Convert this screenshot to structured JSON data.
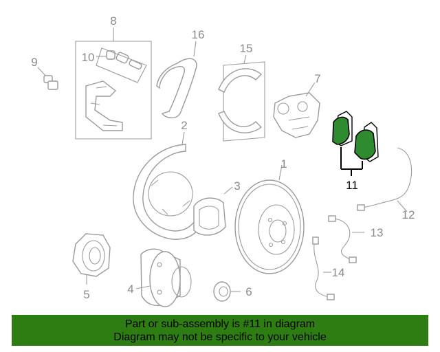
{
  "diagram": {
    "labels": {
      "l1": "1",
      "l2": "2",
      "l3": "3",
      "l4": "4",
      "l5": "5",
      "l6": "6",
      "l7": "7",
      "l8": "8",
      "l9": "9",
      "l10": "10",
      "l11": "11",
      "l12": "12",
      "l13": "13",
      "l14": "14",
      "l15": "15",
      "l16": "16"
    },
    "highlight_color": "#2f8b2f"
  },
  "banner": {
    "line1": "Part or sub-assembly is #11 in diagram",
    "line2": "Diagram may not be specific to your vehicle",
    "color": "#2e7d12"
  }
}
